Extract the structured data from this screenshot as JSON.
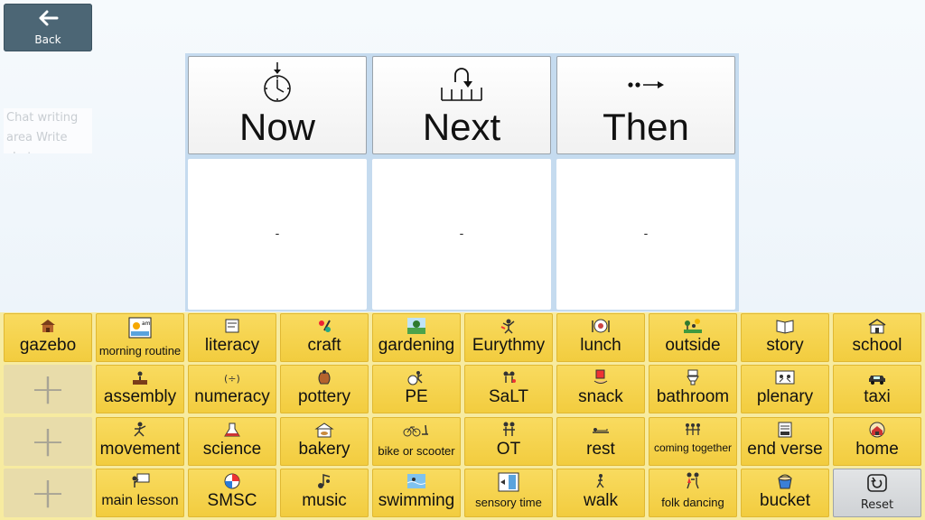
{
  "back": {
    "label": "Back",
    "icon": "arrow-left-icon"
  },
  "chat": {
    "placeholder": "Chat writing area Write chat"
  },
  "board": {
    "columns": [
      {
        "title": "Now",
        "icon": "timer-icon",
        "slot": "-"
      },
      {
        "title": "Next",
        "icon": "next-step-icon",
        "slot": "-"
      },
      {
        "title": "Then",
        "icon": "then-arrow-icon",
        "slot": "-"
      }
    ]
  },
  "grid": {
    "row1": [
      "gazebo",
      "morning routine",
      "literacy",
      "craft",
      "gardening",
      "Eurythmy",
      "lunch",
      "outside",
      "story",
      "school"
    ],
    "row2": [
      "assembly",
      "numeracy",
      "pottery",
      "PE",
      "SaLT",
      "snack",
      "bathroom",
      "plenary",
      "taxi"
    ],
    "row3": [
      "movement",
      "science",
      "bakery",
      "bike or scooter",
      "OT",
      "rest",
      "coming together",
      "end verse",
      "home"
    ],
    "row4": [
      "main lesson",
      "SMSC",
      "music",
      "swimming",
      "sensory time",
      "walk",
      "folk dancing",
      "bucket"
    ],
    "add_symbol": "+",
    "reset_label": "Reset"
  },
  "colors": {
    "tile": "#f4cf45",
    "back_button": "#4c6675",
    "board_border": "#c5dbef"
  }
}
